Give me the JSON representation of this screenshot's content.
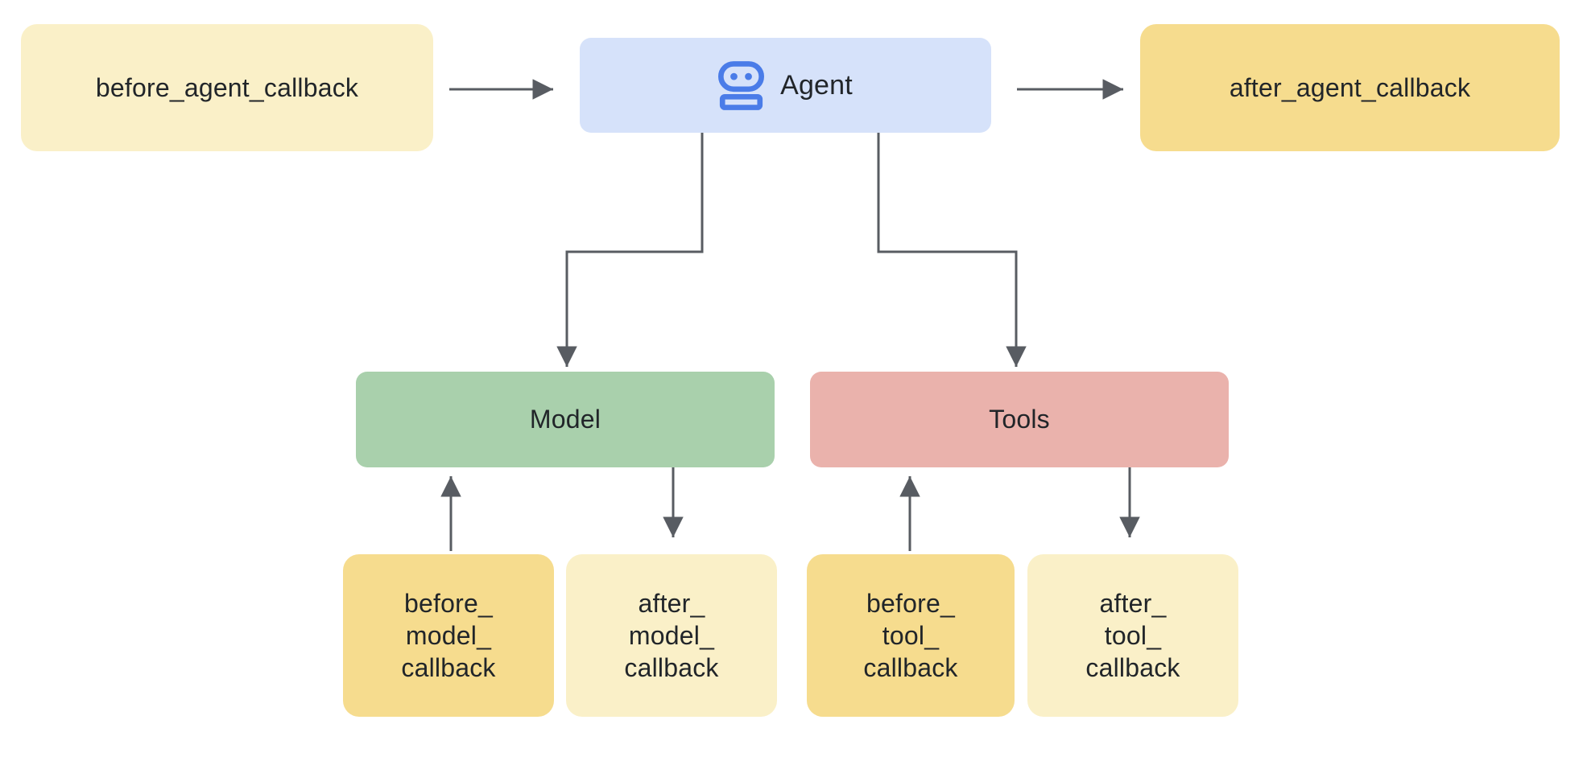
{
  "colors": {
    "cream": "#FAF0C8",
    "yellow": "#F6DC8E",
    "blue": "#D6E2FA",
    "green": "#A9D0AC",
    "pink": "#EAB2AC",
    "arrow": "#585C62",
    "text": "#212529",
    "robot": "#4A7CE8",
    "bg": "#FFFFFF"
  },
  "nodes": {
    "before_agent": {
      "label": "before_agent_callback"
    },
    "agent": {
      "label": "Agent",
      "icon": "robot-icon"
    },
    "after_agent": {
      "label": "after_agent_callback"
    },
    "model": {
      "label": "Model"
    },
    "tools": {
      "label": "Tools"
    },
    "before_model": {
      "lines": [
        "before_",
        "model_",
        "callback"
      ]
    },
    "after_model": {
      "lines": [
        "after_",
        "model_",
        "callback"
      ]
    },
    "before_tool": {
      "lines": [
        "before_",
        "tool_",
        "callback"
      ]
    },
    "after_tool": {
      "lines": [
        "after_",
        "tool_",
        "callback"
      ]
    }
  },
  "edges": [
    {
      "from": "before_agent_callback",
      "to": "Agent"
    },
    {
      "from": "Agent",
      "to": "after_agent_callback"
    },
    {
      "from": "Agent",
      "to": "Model"
    },
    {
      "from": "Agent",
      "to": "Tools"
    },
    {
      "from": "before_model_callback",
      "to": "Model"
    },
    {
      "from": "Model",
      "to": "after_model_callback"
    },
    {
      "from": "before_tool_callback",
      "to": "Tools"
    },
    {
      "from": "Tools",
      "to": "after_tool_callback"
    }
  ]
}
